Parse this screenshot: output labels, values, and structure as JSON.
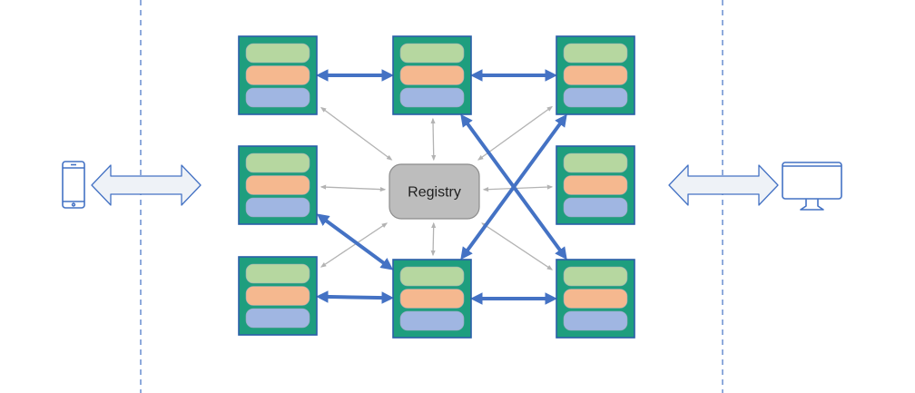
{
  "registry": {
    "label": "Registry"
  },
  "colors": {
    "node_border": "#2a5ea8",
    "node_background": "#1e9e7e",
    "layer_top": "#b6d7a0",
    "layer_middle": "#f5b88f",
    "layer_bottom": "#a0b6e2",
    "peer_link": "#4472c4",
    "registry_link": "#b3b3b3",
    "registry_fill": "#bdbdbd",
    "registry_border": "#8c8c8c",
    "boundary_line": "#4472c4",
    "client_arrow_fill": "#eef2f7",
    "client_arrow_stroke": "#4472c4",
    "device_icon": "#4472c4"
  },
  "nodes": [
    {
      "id": "top-left"
    },
    {
      "id": "top-center"
    },
    {
      "id": "top-right"
    },
    {
      "id": "middle-left"
    },
    {
      "id": "middle-right"
    },
    {
      "id": "bottom-left"
    },
    {
      "id": "bottom-center"
    },
    {
      "id": "bottom-right"
    }
  ],
  "peer_links": [
    {
      "from": "top-left",
      "to": "top-center"
    },
    {
      "from": "top-center",
      "to": "top-right"
    },
    {
      "from": "bottom-left",
      "to": "bottom-center"
    },
    {
      "from": "bottom-center",
      "to": "bottom-right"
    },
    {
      "from": "middle-left",
      "to": "bottom-center"
    },
    {
      "from": "top-center",
      "to": "bottom-right"
    },
    {
      "from": "bottom-center",
      "to": "top-right"
    }
  ],
  "registry_links": [
    "top-left",
    "top-center",
    "top-right",
    "middle-left",
    "middle-right",
    "bottom-left",
    "bottom-center",
    "bottom-right"
  ],
  "clients": [
    {
      "side": "left",
      "device": "phone-icon"
    },
    {
      "side": "right",
      "device": "monitor-icon"
    }
  ]
}
